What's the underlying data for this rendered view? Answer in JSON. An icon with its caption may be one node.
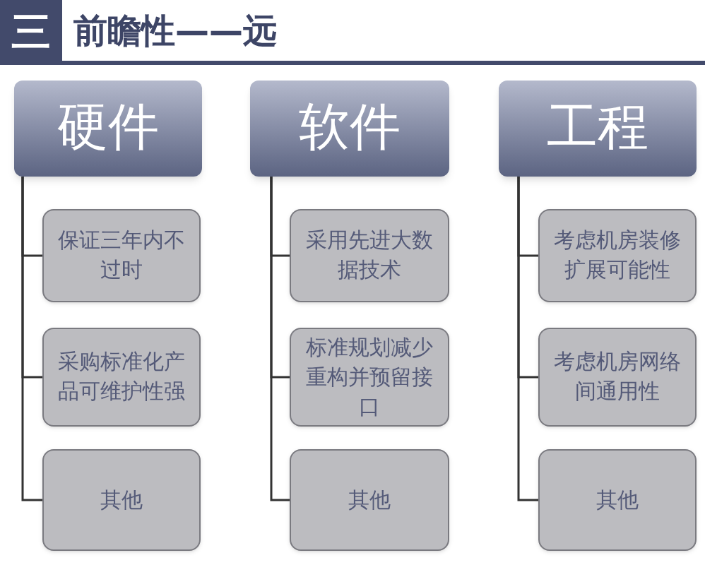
{
  "diagram": {
    "title": "前瞻性——远",
    "nodes": [
      {
        "text": [
          "硬件"
        ]
      },
      {
        "text": [
          "保证三年内不过时"
        ]
      },
      {
        "text": [
          "采购标准化产品可维护性强"
        ]
      },
      {
        "text": [
          "其他"
        ]
      },
      {
        "text": [
          "软件"
        ]
      },
      {
        "text": [
          "采用先进大数据技术"
        ]
      },
      {
        "text": [
          "标准规划减少重构并预留接口"
        ]
      },
      {
        "text": [
          "其他"
        ]
      },
      {
        "text": [
          "工程"
        ]
      },
      {
        "text": [
          "考虑机房装修扩展可能性"
        ]
      },
      {
        "text": [
          "考虑机房网络间通用性"
        ]
      },
      {
        "text": [
          "其他"
        ]
      }
    ],
    "edges": [
      {
        "from": 0,
        "to": 1,
        "arrow": "none"
      },
      {
        "from": 0,
        "to": 2,
        "arrow": "none"
      },
      {
        "from": 0,
        "to": 3,
        "arrow": "none"
      },
      {
        "from": 4,
        "to": 5,
        "arrow": "none"
      },
      {
        "from": 4,
        "to": 6,
        "arrow": "none"
      },
      {
        "from": 4,
        "to": 7,
        "arrow": "none"
      },
      {
        "from": 8,
        "to": 9,
        "arrow": "none"
      },
      {
        "from": 8,
        "to": 10,
        "arrow": "none"
      },
      {
        "from": 8,
        "to": 11,
        "arrow": "none"
      }
    ],
    "labels": [
      "三"
    ]
  }
}
